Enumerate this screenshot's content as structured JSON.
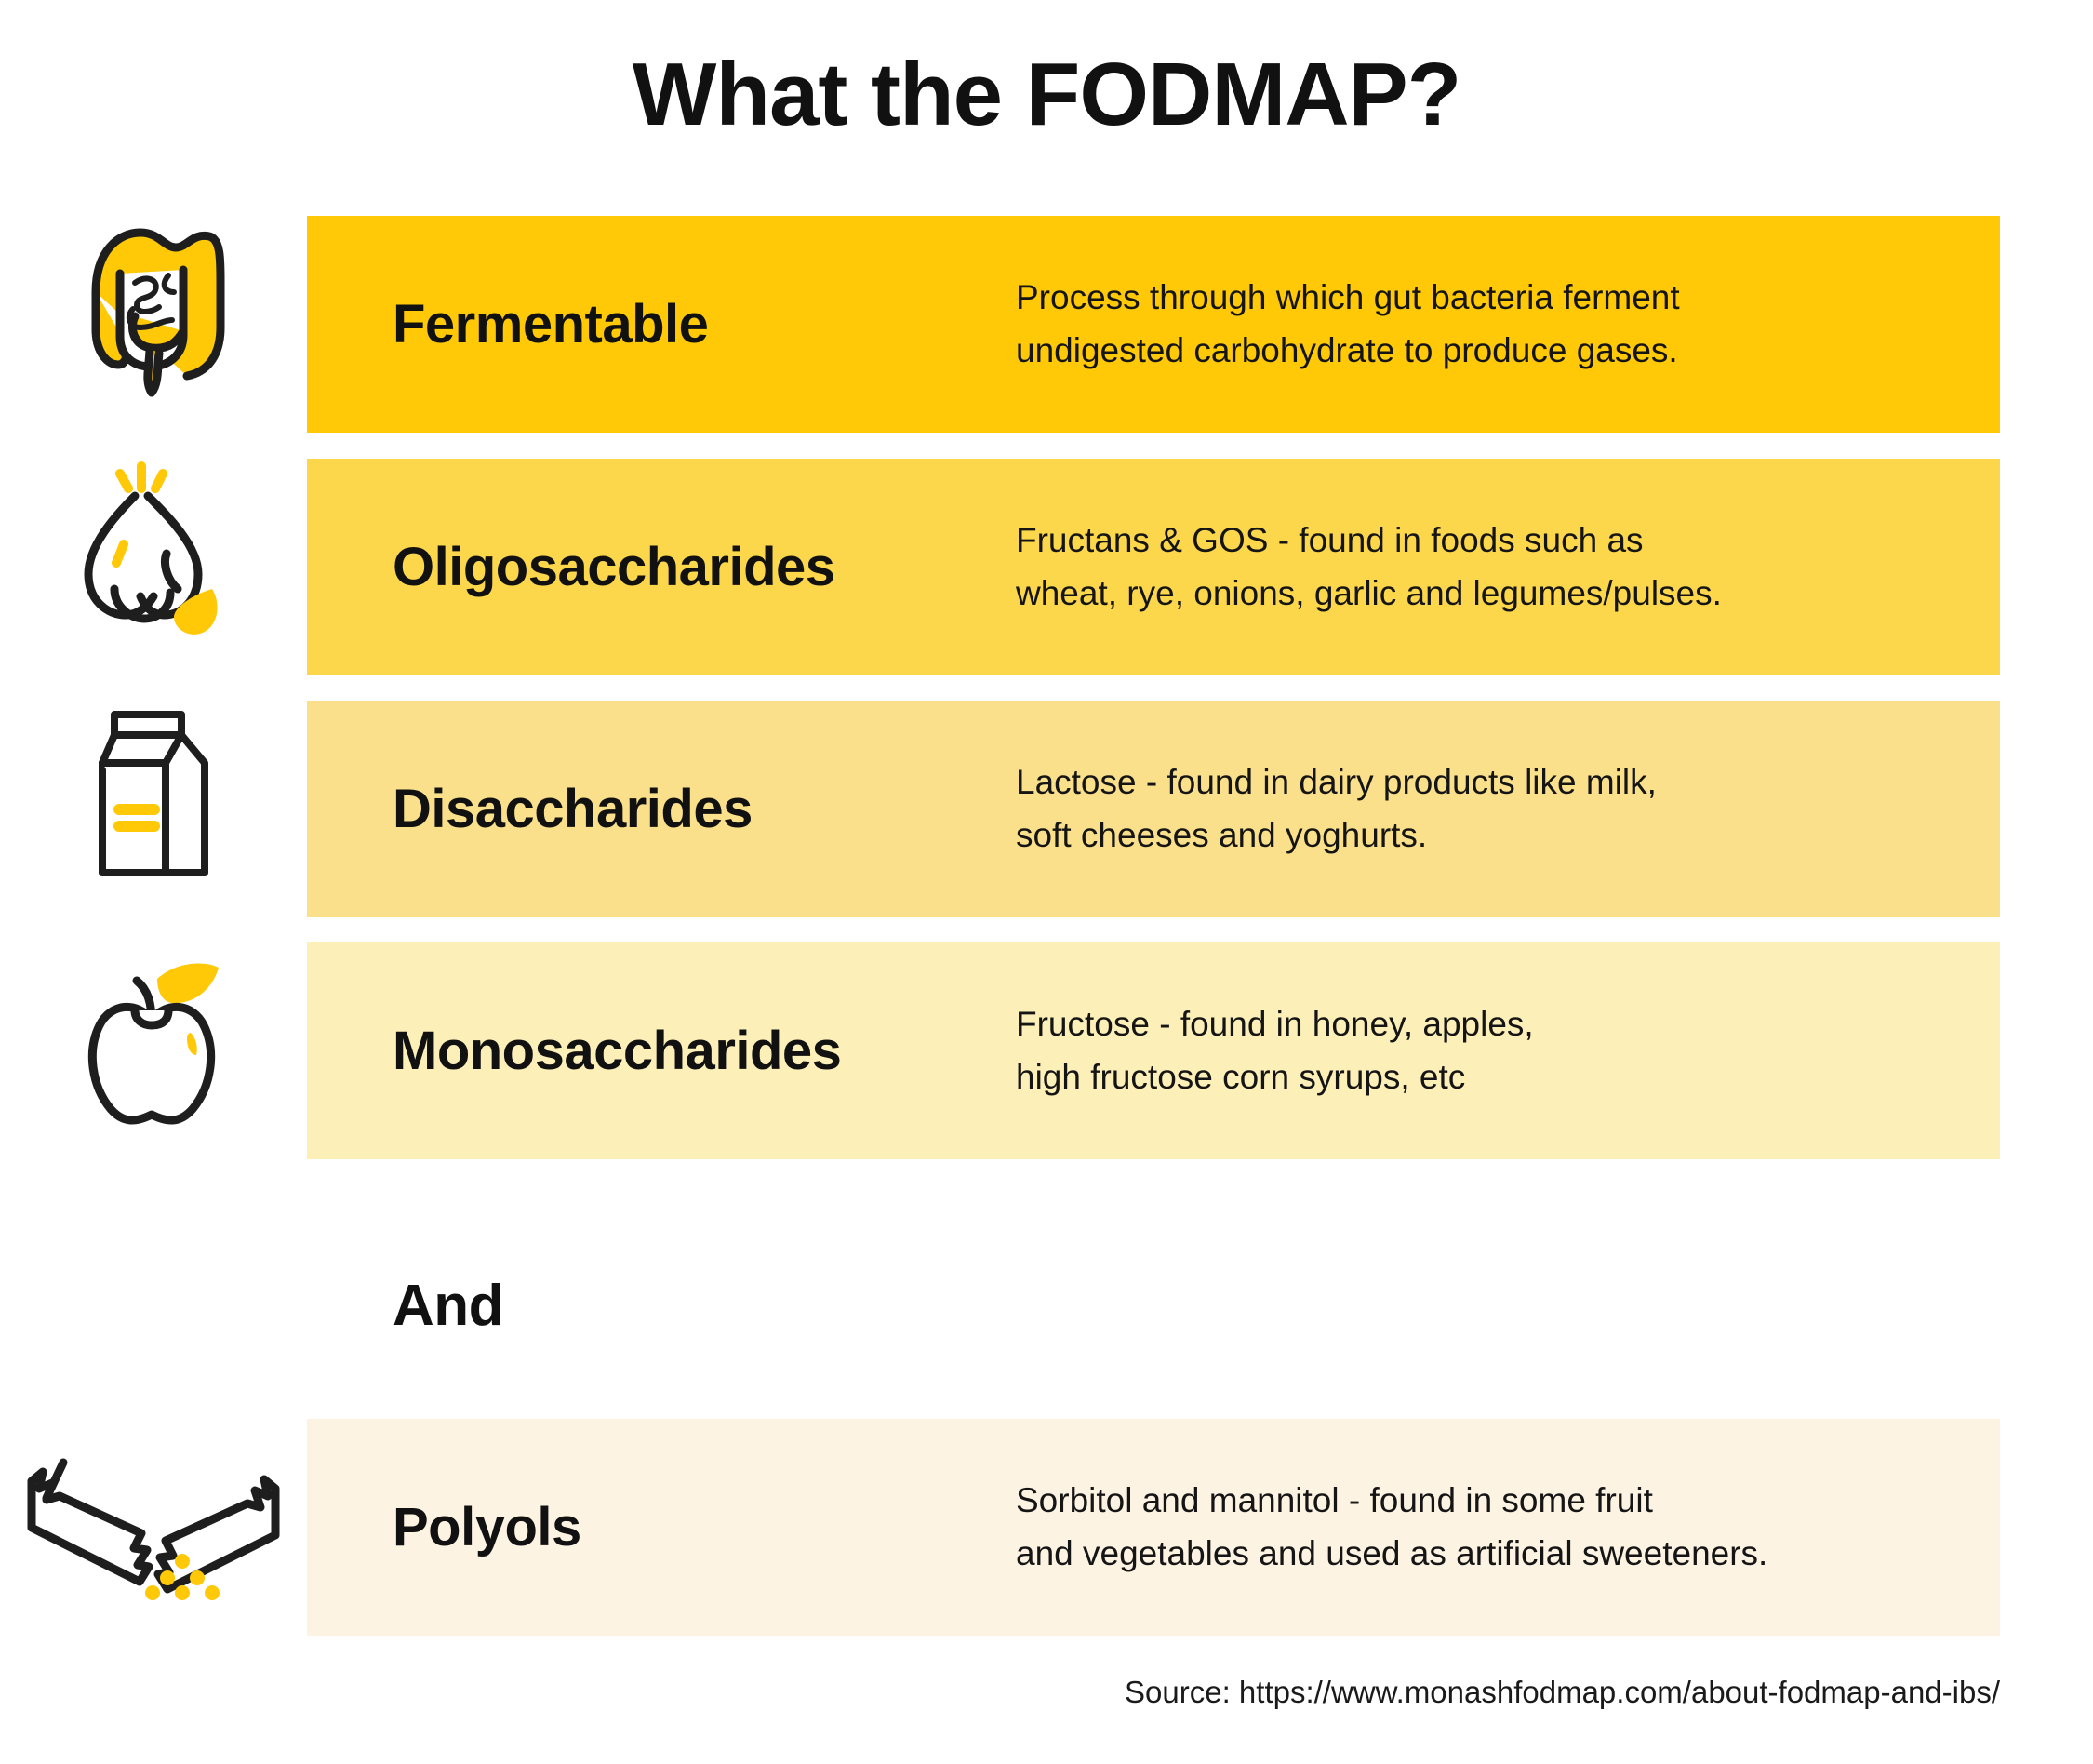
{
  "title": "What the FODMAP?",
  "connector": "And",
  "colors": {
    "accent_yellow": "#FFC907",
    "row1_bg": "#FFC907",
    "row2_bg": "#FDD74B",
    "row3_bg": "#FAE08A",
    "row4_bg": "#FCEFB8",
    "row5_bg": "#FDF3E3",
    "text": "#111111",
    "icon_stroke": "#1E1E1E",
    "page_bg": "#FFFFFF"
  },
  "rows": [
    {
      "label": "Fermentable",
      "description": "Process through which gut bacteria ferment\nundigested carbohydrate to produce gases.",
      "description_line1": "Process through which gut bacteria ferment",
      "description_line2": "undigested carbohydrate to produce gases.",
      "icon": "intestine-icon",
      "bg": "#FFC907"
    },
    {
      "label": "Oligosaccharides",
      "description": "Fructans & GOS - found in foods such as\nwheat, rye, onions, garlic and legumes/pulses.",
      "description_line1": "Fructans & GOS - found in foods such as",
      "description_line2": "wheat, rye, onions, garlic and legumes/pulses.",
      "icon": "garlic-icon",
      "bg": "#FDD74B"
    },
    {
      "label": "Disaccharides",
      "description": "Lactose - found in dairy products like milk,\nsoft cheeses and yoghurts.",
      "description_line1": "Lactose - found in dairy products like milk,",
      "description_line2": "soft cheeses and yoghurts.",
      "icon": "milk-carton-icon",
      "bg": "#FAE08A"
    },
    {
      "label": "Monosaccharides",
      "description": "Fructose - found in honey, apples,\nhigh fructose corn syrups, etc",
      "description_line1": "Fructose - found in honey, apples,",
      "description_line2": "high fructose corn syrups, etc",
      "icon": "apple-icon",
      "bg": "#FCEFB8"
    },
    {
      "label": "Polyols",
      "description": "Sorbitol and mannitol - found in some fruit\nand vegetables and used as artificial sweeteners.",
      "description_line1": "Sorbitol and mannitol - found in some fruit",
      "description_line2": "and vegetables and used as artificial sweeteners.",
      "icon": "sweetener-packets-icon",
      "bg": "#FDF3E3"
    }
  ],
  "source": "Source: https://www.monashfodmap.com/about-fodmap-and-ibs/"
}
